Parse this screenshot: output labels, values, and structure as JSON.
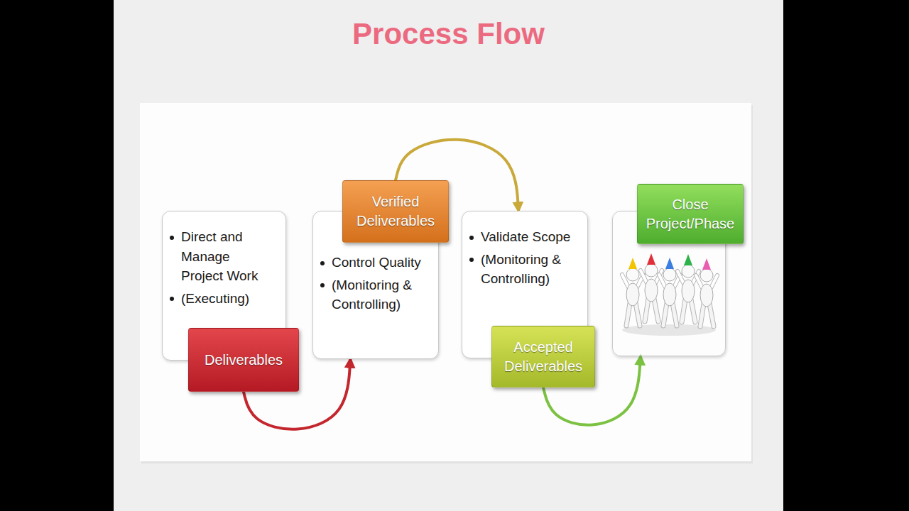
{
  "diagram": {
    "title": "Process Flow",
    "nodes": [
      {
        "text": [
          "Direct and Manage Project Work",
          "(Executing)"
        ]
      },
      {
        "text": [
          "Deliverables"
        ]
      },
      {
        "text": [
          "Control Quality",
          "(Monitoring & Controlling)"
        ]
      },
      {
        "text": [
          "Verified Deliverables"
        ]
      },
      {
        "text": [
          "Validate Scope",
          "(Monitoring & Controlling)"
        ]
      },
      {
        "text": [
          "Accepted Deliverables"
        ]
      },
      {
        "text": [
          "Close Project/Phase"
        ]
      }
    ],
    "edges": [
      {
        "from": 1,
        "to": 2,
        "arrow": "to"
      },
      {
        "from": 3,
        "to": 4,
        "arrow": "to"
      },
      {
        "from": 5,
        "to": 6,
        "arrow": "to"
      }
    ]
  }
}
